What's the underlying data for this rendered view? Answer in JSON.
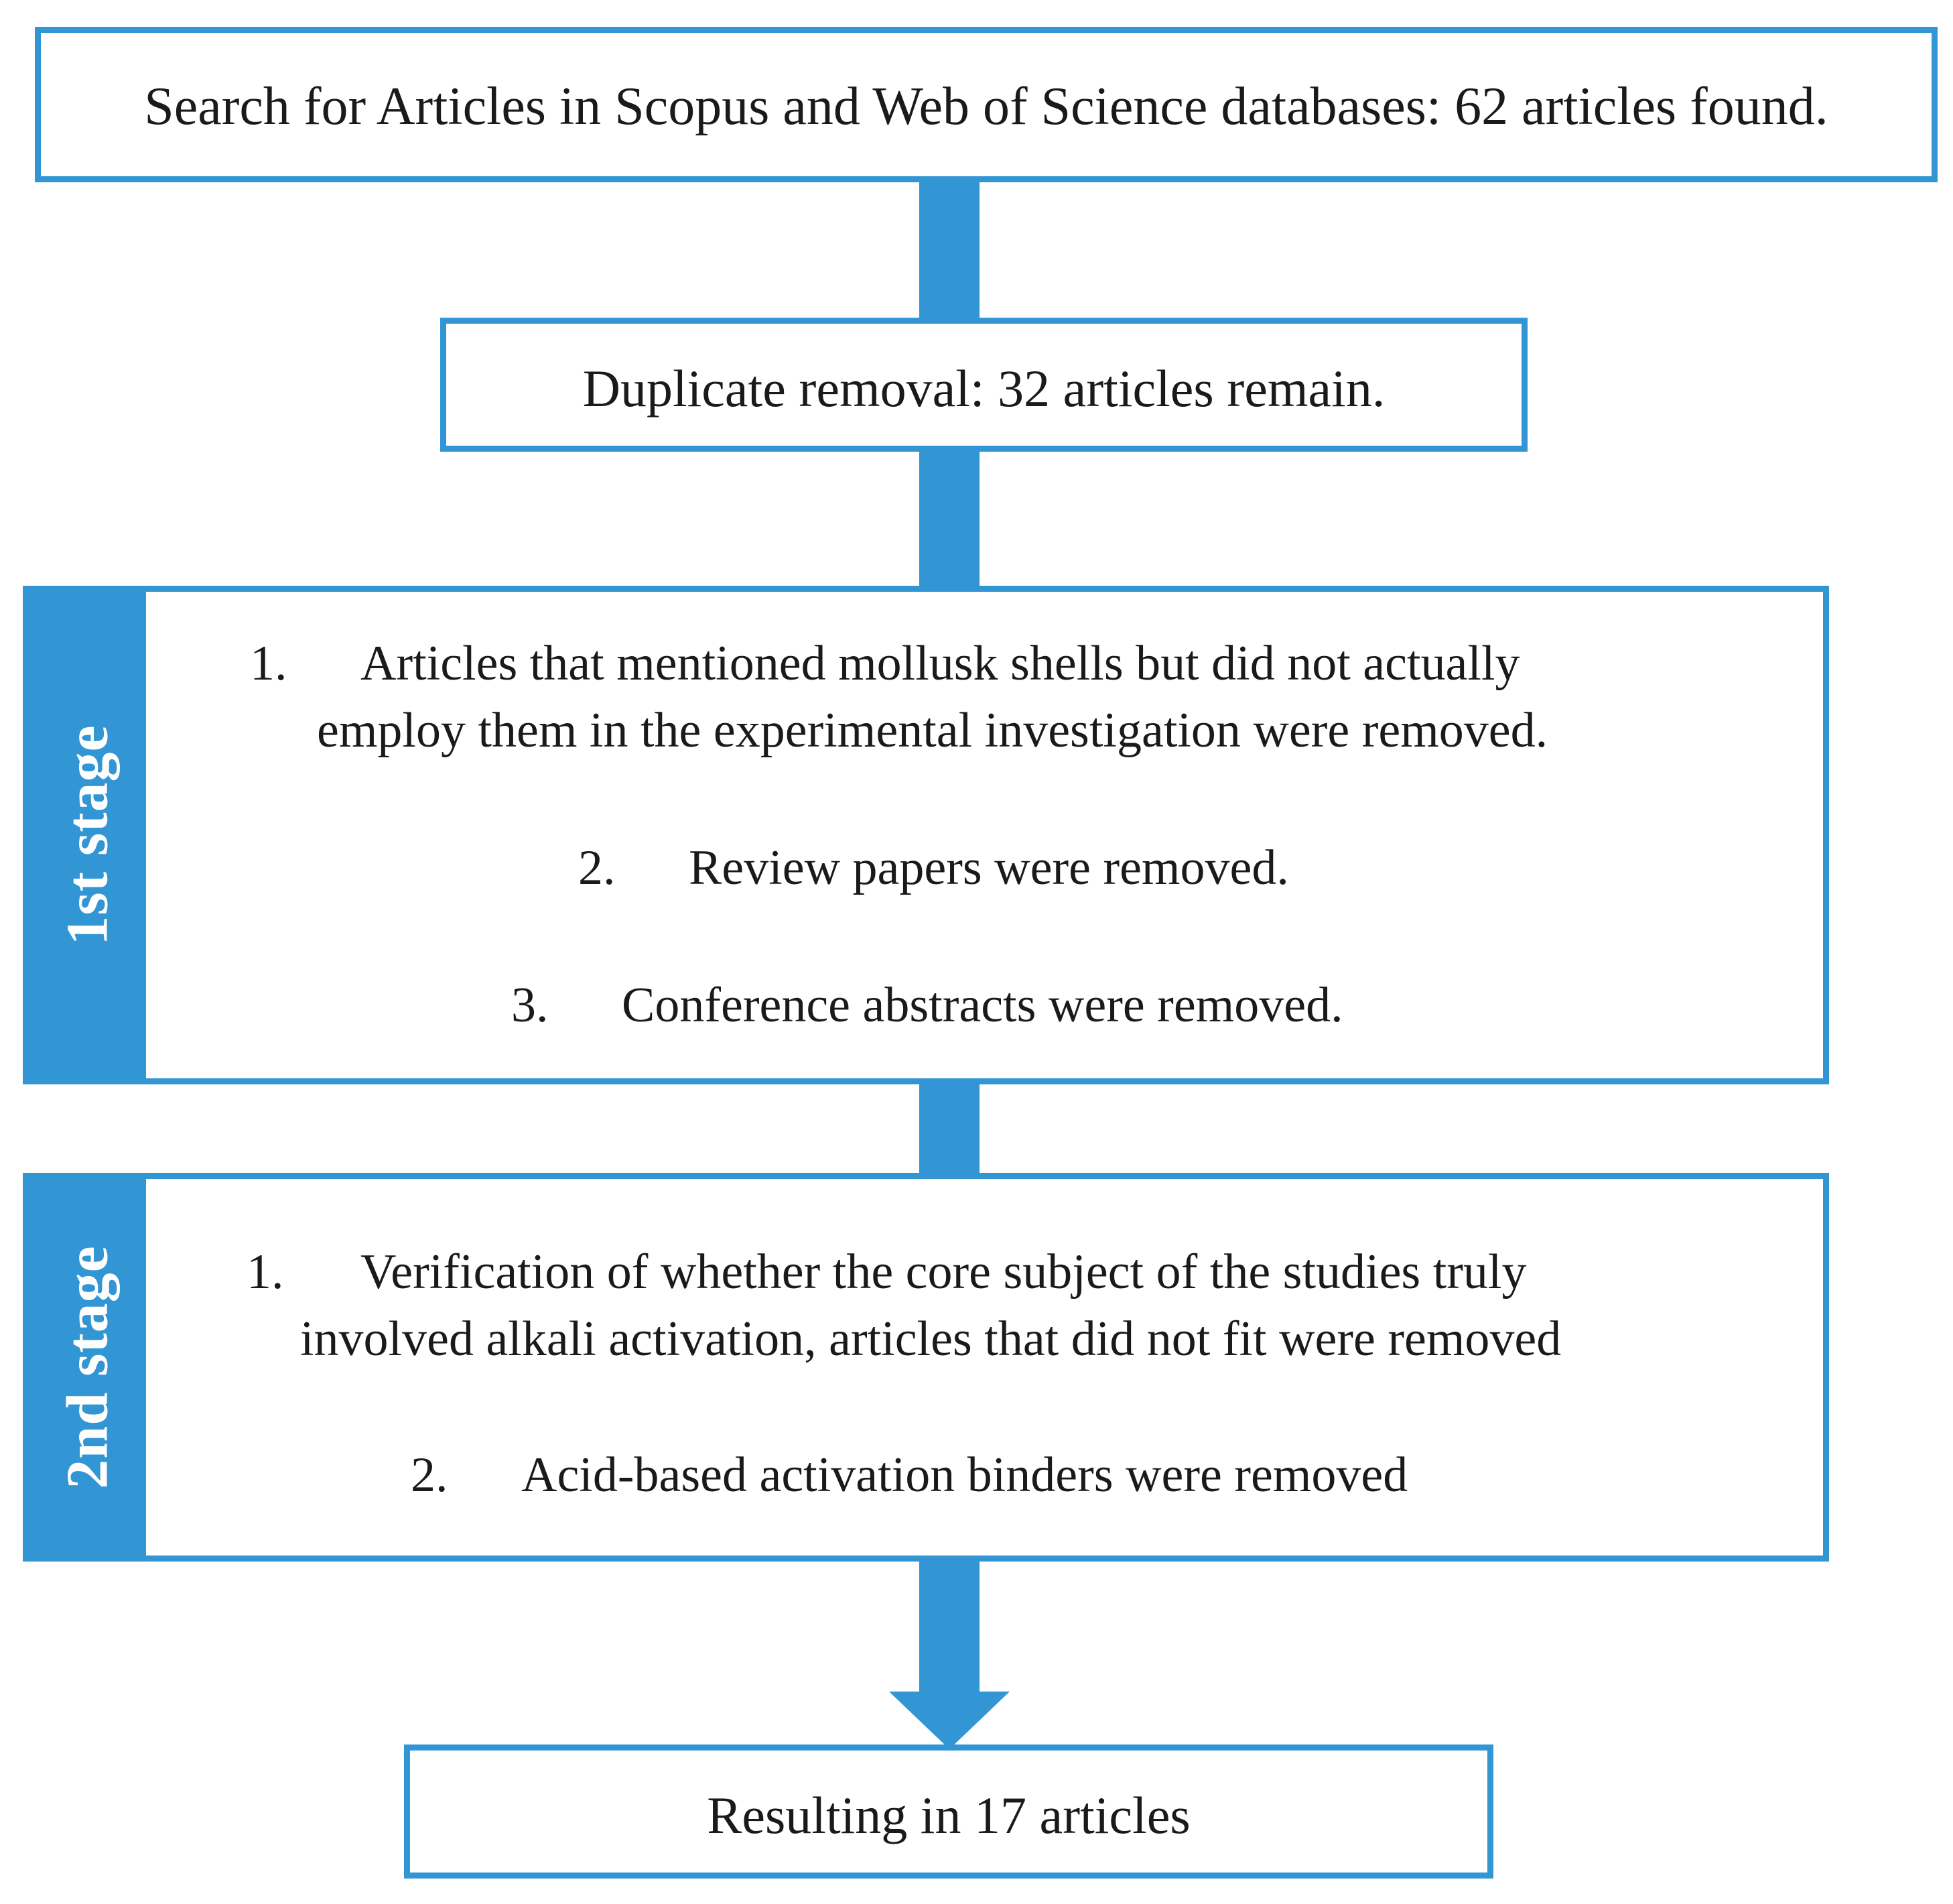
{
  "search_box": {
    "text": "Search for Articles in Scopus and Web of Science databases: 62 articles found."
  },
  "duplicate_box": {
    "text": "Duplicate removal: 32 articles remain."
  },
  "stage1": {
    "label": "1st stage",
    "items": [
      {
        "number": "1.",
        "lines": [
          "Articles that mentioned mollusk shells but did not actually",
          "employ them in the experimental investigation were removed."
        ]
      },
      {
        "number": "2.",
        "text": "Review papers were removed."
      },
      {
        "number": "3.",
        "text": "Conference abstracts were removed."
      }
    ]
  },
  "stage2": {
    "label": "2nd stage",
    "items": [
      {
        "number": "1.",
        "lines": [
          "Verification of whether the core subject of the studies truly",
          "involved alkali activation, articles that did not fit were removed"
        ]
      },
      {
        "number": "2.",
        "text": "Acid-based activation binders were removed"
      }
    ]
  },
  "result_box": {
    "text": "Resulting in 17 articles"
  },
  "colors": {
    "accent": "#3296d5",
    "text": "#1a1a1a",
    "background": "#ffffff"
  }
}
